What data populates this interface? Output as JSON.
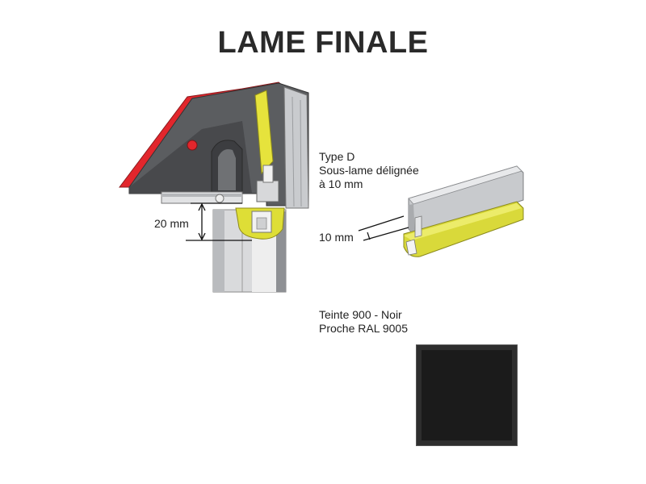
{
  "title": "LAME FINALE",
  "left_diagram": {
    "dimension_label": "20 mm"
  },
  "right_diagram": {
    "type_lines": [
      "Type D",
      "Sous-lame délignée",
      "à 10 mm"
    ],
    "dimension_label": "10 mm"
  },
  "color_info": {
    "lines": [
      "Teinte 900 - Noir",
      "Proche RAL 9005"
    ],
    "swatch_color": "#1b1b1b"
  }
}
